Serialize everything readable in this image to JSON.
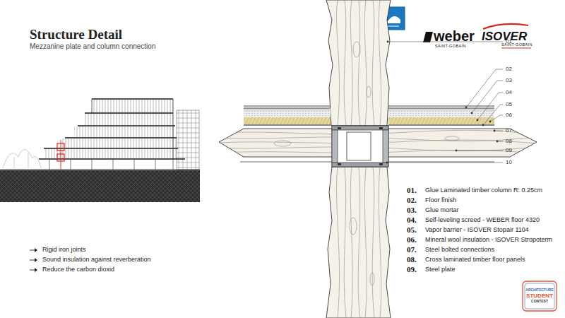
{
  "diagram": {
    "title": "Structure Detail",
    "labels": [
      "Mezzanine plate and column connection",
      "weber",
      "SAINT-GOBAIN",
      "ISOVER",
      "SAINT-GOBAIN",
      "01",
      "02",
      "03",
      "04",
      "05",
      "06",
      "07",
      "08",
      "09",
      "10",
      "01.",
      "Glue Laminated timber column R: 0.25cm",
      "02.",
      "Floor finish",
      "03.",
      "Glue mortar",
      "04.",
      "Self-leveling screed - WEBER floor 4320",
      "05.",
      "Vapor barrier - ISOVER Stopair 1104",
      "06.",
      "Mineral wool insulation - ISOVER Stropoterm",
      "07.",
      "Steel bolted connections",
      "08.",
      "Cross laminated timber floor panels",
      "09.",
      "Steel plate",
      "Rigid iron joints",
      "Sound insulation against reverberation",
      "Reduce the carbon dioxid",
      "ARCHITECTURE",
      "STUDENT",
      "CONTEST"
    ]
  }
}
